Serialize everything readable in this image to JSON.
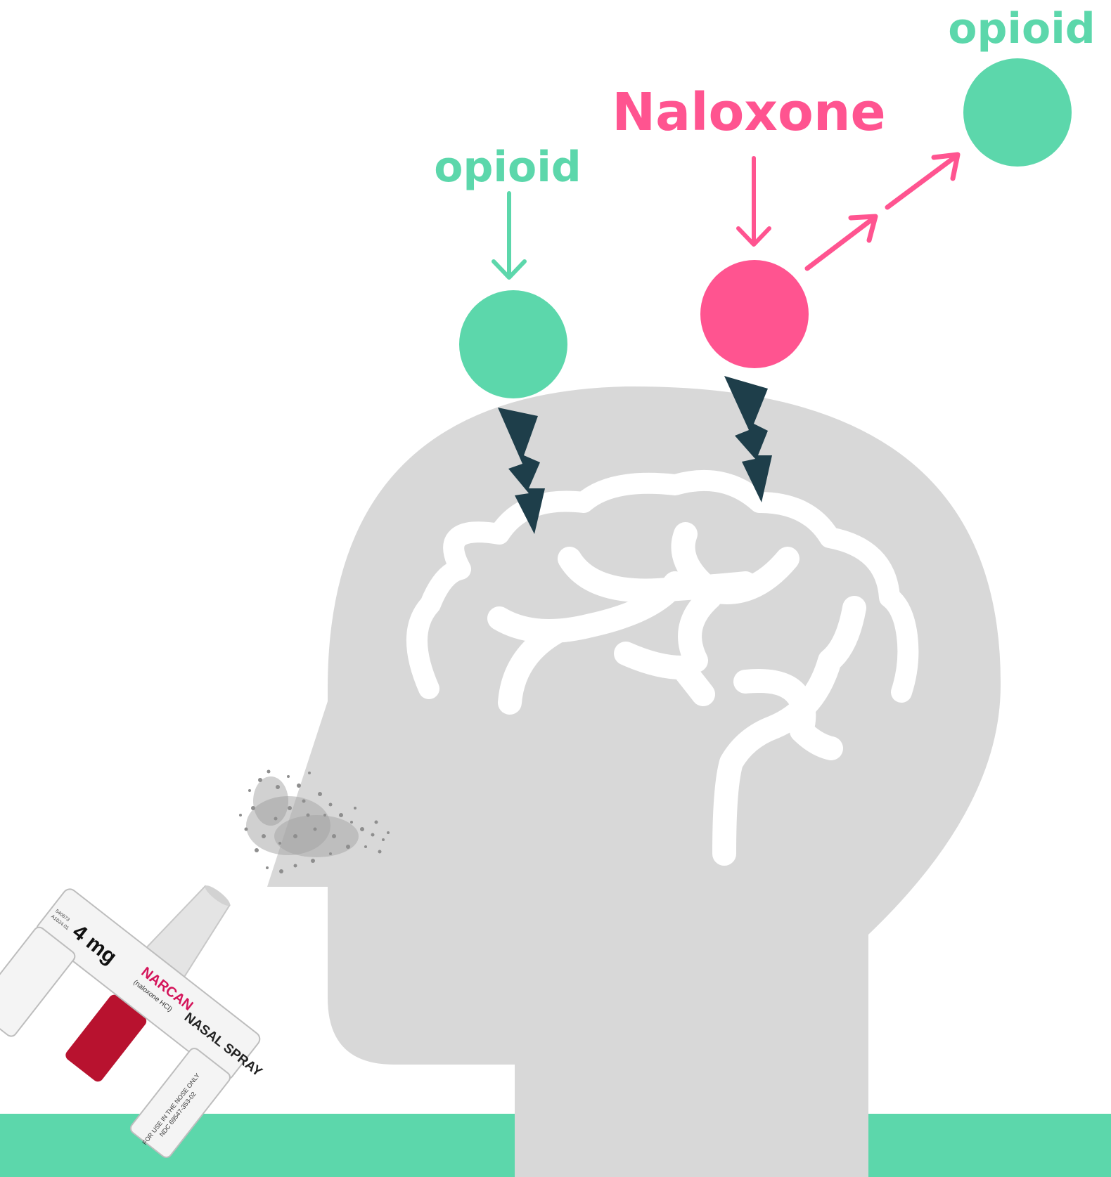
{
  "labels": {
    "opioid_left": "opioid",
    "naloxone": "Naloxone",
    "opioid_right": "opioid"
  },
  "device": {
    "dose": "4 mg",
    "brand": "NARCAN",
    "generic": "(naloxone HCl)",
    "type": "NASAL SPRAY",
    "usage": "FOR USE IN THE NOSE ONLY",
    "ndc": "NDC 69547-353-02",
    "lot": "540673",
    "code": "A1024.01"
  },
  "colors": {
    "green": "#5CD7AB",
    "pink": "#FF5490",
    "gray": "#D8D8D8",
    "dark": "#1E3E4A",
    "white": "#FFFFFF",
    "red": "#B8122F"
  },
  "icons": {
    "bolt": "lightning-bolt-icon",
    "brain": "brain-icon",
    "head": "head-silhouette-icon",
    "spray": "nasal-spray-icon"
  }
}
